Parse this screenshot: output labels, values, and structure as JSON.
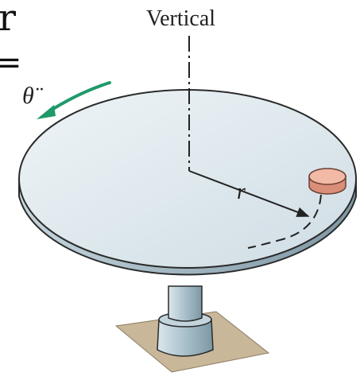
{
  "labels": {
    "fragment_top": "r",
    "fragment_equals": "=",
    "vertical": "Vertical",
    "theta_ddot": "θ̈",
    "radius": "r"
  },
  "colors": {
    "disk_top": "#dfe9ee",
    "disk_edge": "#a9bcc6",
    "disk_outline": "#2b2b2b",
    "puck_top": "#f2b9a6",
    "puck_side": "#d98e78",
    "arrow_green": "#1f9a6a",
    "base_plate": "#c9b79a",
    "pedestal": "#b7ccd6"
  }
}
